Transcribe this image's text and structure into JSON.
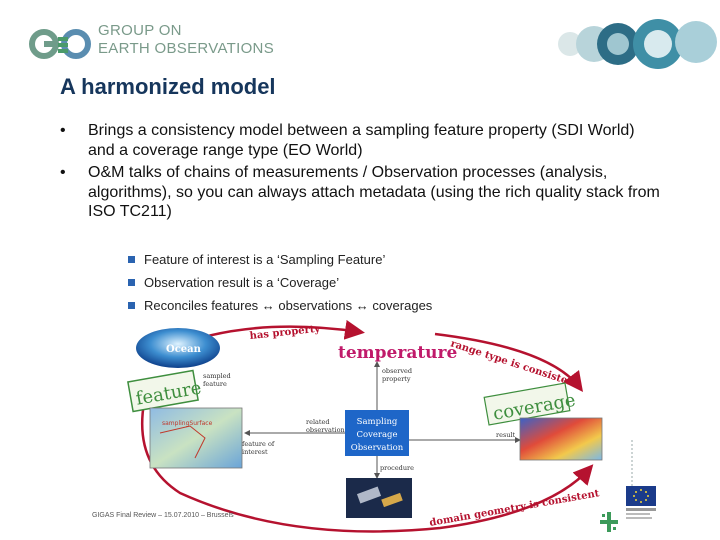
{
  "header": {
    "logo_line1": "GROUP ON",
    "logo_line2": "EARTH OBSERVATIONS"
  },
  "slide": {
    "title": "A harmonized model",
    "bullets": [
      "Brings a consistency model between a sampling feature property (SDI World) and a coverage range type (EO World)",
      "O&M talks of chains of measurements / Observation processes (analysis, algorithms), so you can always attach metadata (using the rich quality stack from ISO TC211)"
    ],
    "bullet_marker": "•"
  },
  "figure": {
    "points": [
      "Feature of interest is a ‘Sampling Feature’",
      "Observation result is a ‘Coverage’",
      "Reconciles features ↔ observations ↔ coverages"
    ],
    "labels": {
      "has_property": "has property",
      "temperature": "temperature",
      "range_type": "range type is consistent",
      "ocean": "Ocean",
      "feature": "feature",
      "coverage": "coverage",
      "sampled_feature_1": "sampled",
      "sampled_feature_2": "feature",
      "observed_property_1": "observed",
      "observed_property_2": "property",
      "related_observation_1": "related",
      "related_observation_2": "observation",
      "feature_of_interest_1": "feature of",
      "feature_of_interest_2": "interest",
      "result": "result",
      "procedure": "procedure",
      "box_line1": "Sampling",
      "box_line2": "Coverage",
      "box_line3": "Observation",
      "domain_geometry": "domain geometry is consistent",
      "map_label": "samplingSurface"
    }
  },
  "footer": {
    "text": "GIGAS Final Review – 15.07.2010 – Brussels"
  },
  "colors": {
    "title": "#16365c",
    "accent_blue": "#2a63b0",
    "arc_red": "#b5122f",
    "feature_green": "#3e8e3e",
    "box_blue": "#1e66c8"
  }
}
